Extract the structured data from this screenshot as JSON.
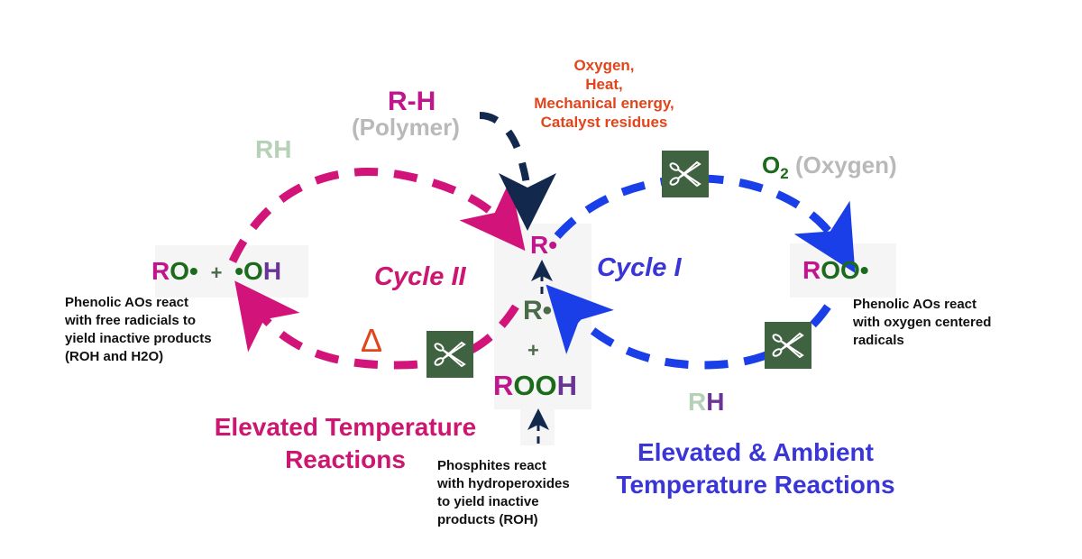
{
  "colors": {
    "cycle_ii": "#d1137a",
    "cycle_i": "#1a3ee8",
    "initiation": "#12294d",
    "scissor_bg": "#3f6240",
    "delta": "#e2451a"
  },
  "initiation": {
    "polymer_formula": "R-H",
    "polymer_label": "(Polymer)",
    "conditions": [
      "Oxygen,",
      "Heat,",
      "Mechanical energy,",
      "Catalyst residues"
    ]
  },
  "cycle_ii": {
    "label": "Cycle II",
    "rh_label": "RH",
    "delta_symbol": "Δ",
    "products": {
      "r": "R",
      "o_dot": "O•",
      "plus": "+",
      "dot_o": "•O",
      "h": "H"
    },
    "note": [
      "Phenolic AOs react",
      "with free radicials to",
      "yield inactive products",
      "(ROH and H2O)"
    ],
    "heading": [
      "Elevated Temperature",
      "Reactions"
    ]
  },
  "center": {
    "r_radical_top": {
      "r": "R",
      "dot": "•"
    },
    "r_radical_mid": {
      "r": "R",
      "dot": "•"
    },
    "plus": "+",
    "rooh": {
      "r": "R",
      "oo": "OO",
      "h": "H"
    },
    "note": [
      "Phosphites react",
      "with hydroperoxides",
      "to yield inactive",
      "products (ROH)"
    ]
  },
  "cycle_i": {
    "label": "Cycle I",
    "o2": {
      "o": "O",
      "sub": "2",
      "label": "(Oxygen)"
    },
    "roo": {
      "r": "R",
      "oo_dot": "OO•"
    },
    "note": [
      "Phenolic AOs react",
      "with oxygen centered",
      "radicals"
    ],
    "rh": {
      "r": "R",
      "h": "H"
    },
    "heading": [
      "Elevated & Ambient",
      "Temperature Reactions"
    ]
  },
  "icons": [
    "scissors-icon",
    "scissors-icon",
    "scissors-icon"
  ]
}
